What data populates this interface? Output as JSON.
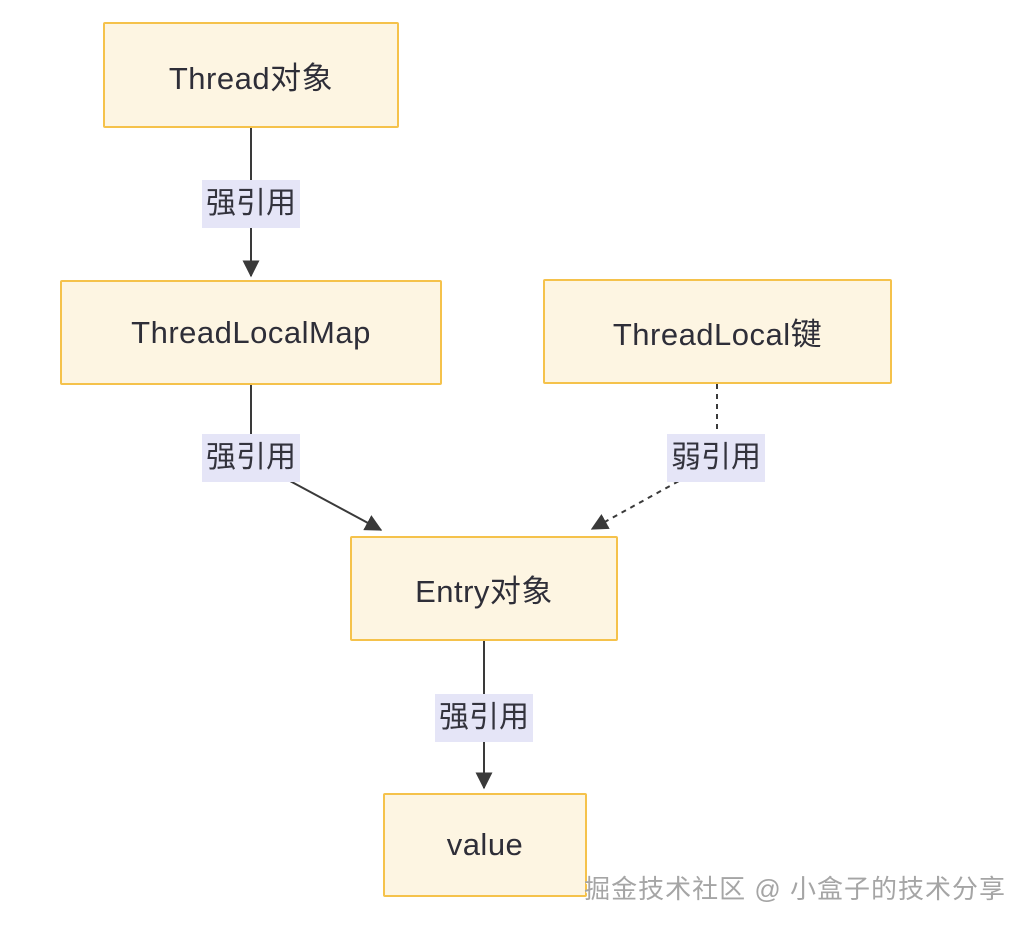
{
  "diagram": {
    "title_implied": "ThreadLocal reference diagram",
    "nodes": {
      "thread": {
        "label": "Thread对象"
      },
      "map": {
        "label": "ThreadLocalMap"
      },
      "key": {
        "label": "ThreadLocal键"
      },
      "entry": {
        "label": "Entry对象"
      },
      "value": {
        "label": "value"
      }
    },
    "edges": {
      "thread_to_map": {
        "label": "强引用",
        "style": "solid",
        "from": "thread",
        "to": "map"
      },
      "map_to_entry": {
        "label": "强引用",
        "style": "solid",
        "from": "map",
        "to": "entry"
      },
      "key_to_entry": {
        "label": "弱引用",
        "style": "dashed",
        "from": "key",
        "to": "entry"
      },
      "entry_to_value": {
        "label": "强引用",
        "style": "solid",
        "from": "entry",
        "to": "value"
      }
    },
    "colors": {
      "node_fill": "#fdf5e2",
      "node_border": "#f5c24b",
      "label_bg": "#e5e5f7",
      "line": "#3a3a3a",
      "text": "#2e2e38",
      "watermark": "#a5a5a5"
    }
  },
  "watermark": {
    "text": "掘金技术社区 @ 小盒子的技术分享"
  }
}
